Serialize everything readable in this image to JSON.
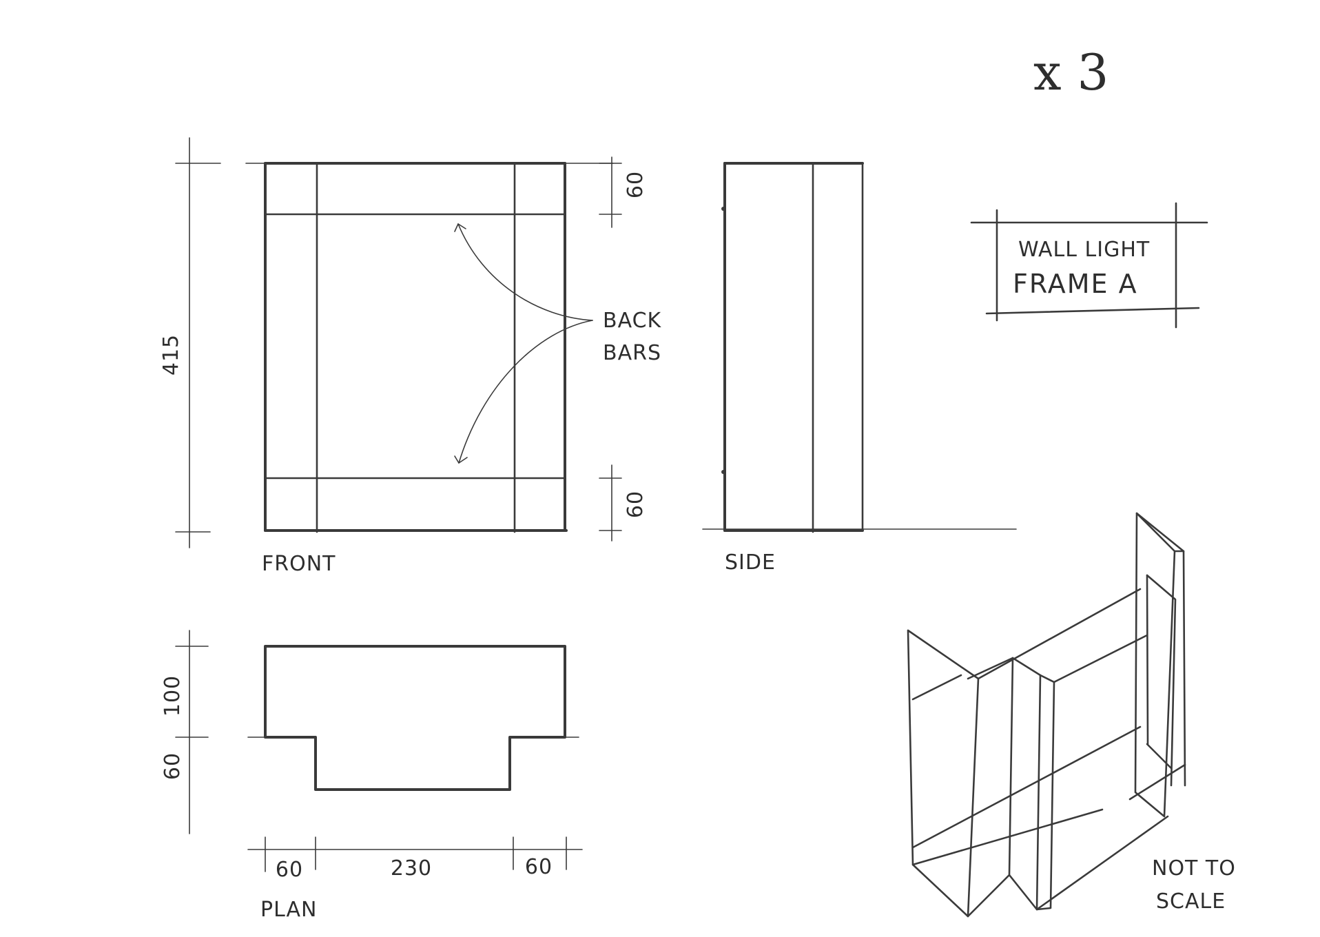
{
  "sheet": {
    "multiplier": "x 3",
    "title_line1": "WALL LIGHT",
    "title_line2": "FRAME A",
    "note_line1": "NOT TO",
    "note_line2": "SCALE"
  },
  "views": {
    "front": "FRONT",
    "side": "SIDE",
    "plan": "PLAN"
  },
  "callout": {
    "line1": "BACK",
    "line2": "BARS"
  },
  "dimensions": {
    "height": "415",
    "top_bar": "60",
    "bottom_bar": "60",
    "plan_depth_back": "100",
    "plan_depth_front": "60",
    "plan_left": "60",
    "plan_mid": "230",
    "plan_right": "60"
  }
}
